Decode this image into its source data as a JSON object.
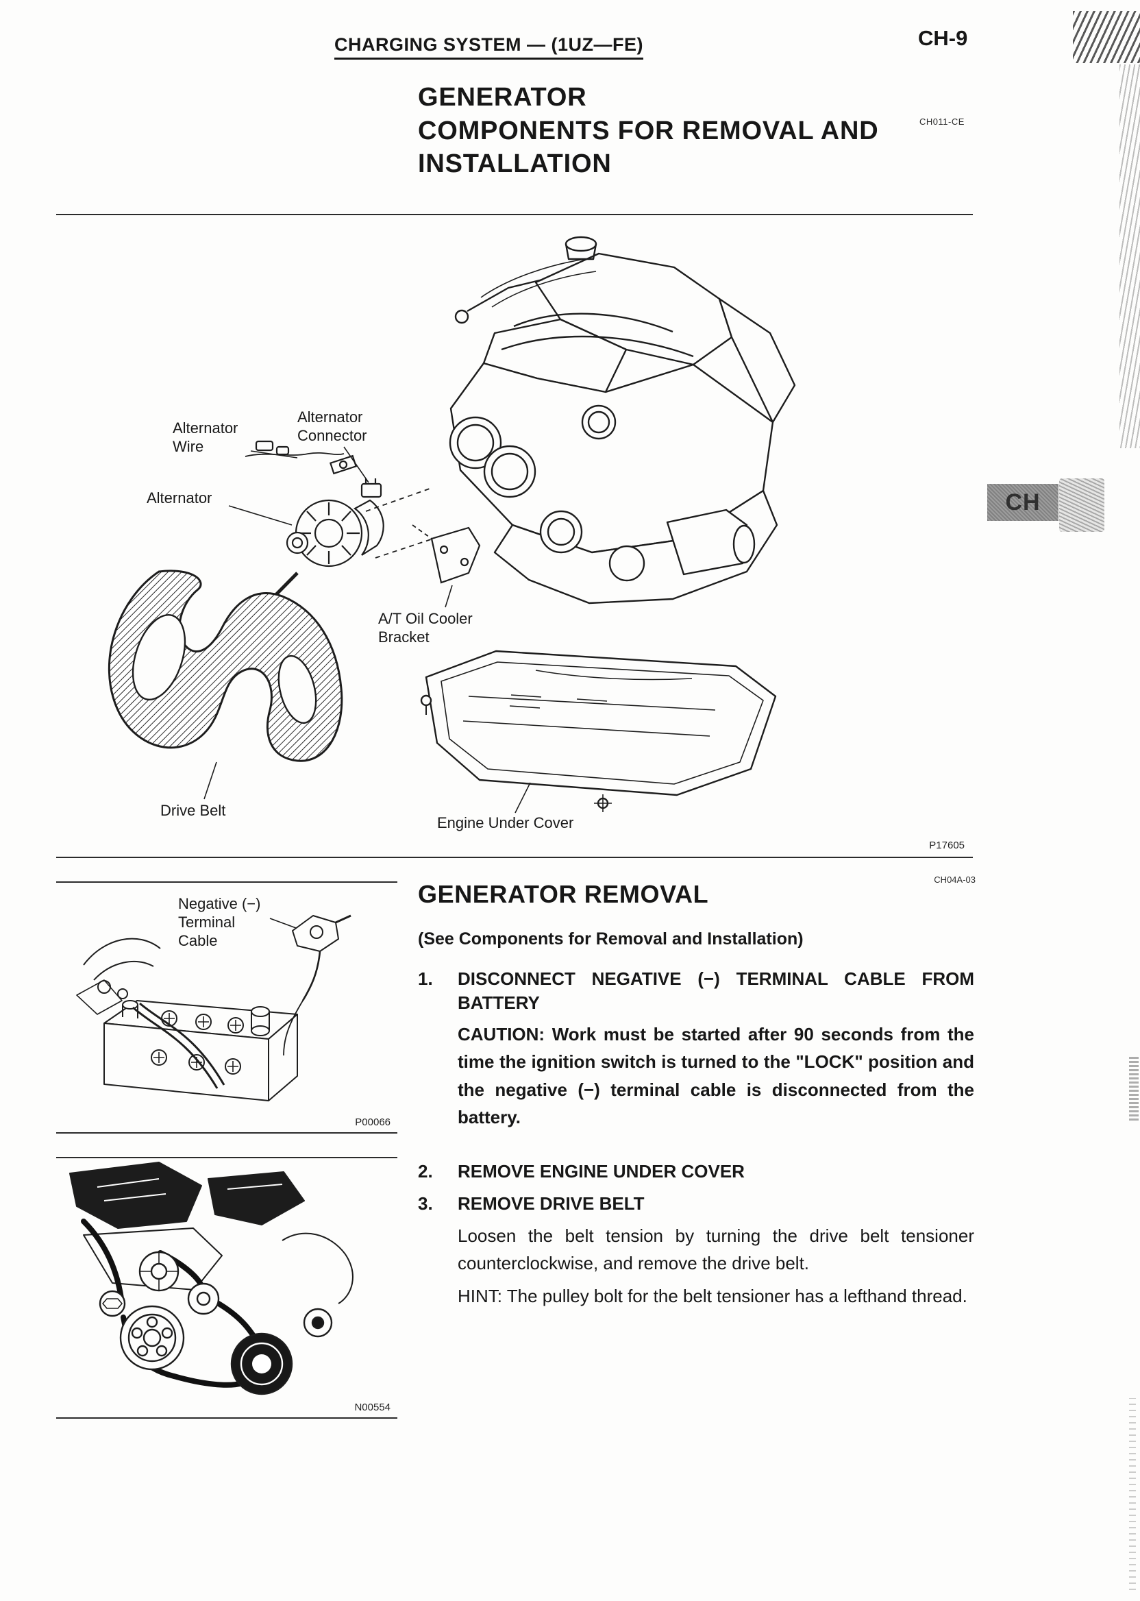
{
  "header": {
    "doc_title": "CHARGING SYSTEM  —  (1UZ—FE)",
    "page_number": "CH-9"
  },
  "title_block": {
    "line1": "GENERATOR",
    "line2": "COMPONENTS FOR REMOVAL AND",
    "line3": "INSTALLATION",
    "code": "CH011-CE"
  },
  "side_tab": {
    "label": "CH"
  },
  "figure_components": {
    "labels": {
      "alternator_wire": "Alternator Wire",
      "alternator_connector": "Alternator Connector",
      "alternator": "Alternator",
      "at_oil_cooler_bracket": "A/T Oil Cooler Bracket",
      "drive_belt": "Drive Belt",
      "engine_under_cover": "Engine Under Cover"
    },
    "figure_code": "P17605"
  },
  "figure_battery": {
    "label_negative_terminal": "Negative (−) Terminal Cable",
    "figure_code": "P00066"
  },
  "figure_belt": {
    "figure_code": "N00554"
  },
  "removal_section": {
    "title": "GENERATOR REMOVAL",
    "code": "CH04A-03",
    "see_note": "(See Components for Removal and Installation)",
    "steps": [
      {
        "num": "1.",
        "heading": "DISCONNECT NEGATIVE (−) TERMINAL CABLE FROM BATTERY",
        "caution": "CAUTION: Work must be started after 90 seconds from the time the ignition switch is turned to the \"LOCK\" position and the negative (−) terminal cable is disconnected from the battery."
      },
      {
        "num": "2.",
        "heading": "REMOVE ENGINE UNDER COVER"
      },
      {
        "num": "3.",
        "heading": "REMOVE DRIVE BELT",
        "body": "Loosen the belt tension by turning the drive belt tensioner counterclockwise, and remove the drive belt.",
        "hint": "HINT: The pulley bolt for the belt tensioner has a lefthand thread."
      }
    ]
  }
}
